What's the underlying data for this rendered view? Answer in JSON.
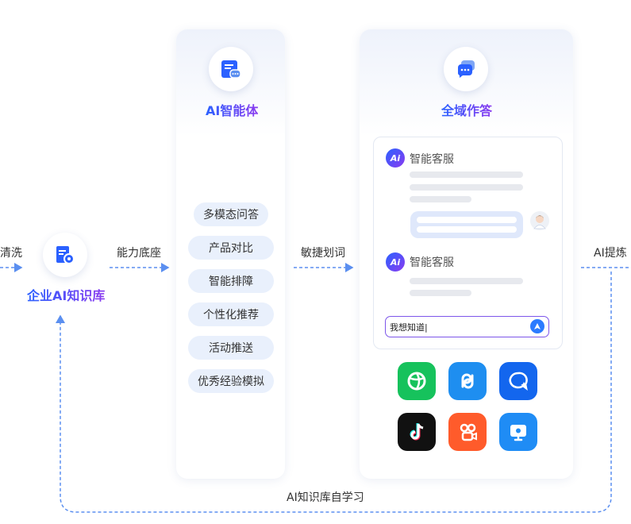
{
  "edge_labels": {
    "left_cut": "清洗",
    "capability": "能力底座",
    "keyword": "敏捷划词",
    "extract": "AI提炼",
    "self_learn": "AI知识库自学习"
  },
  "kb": {
    "title": "企业AI知识库",
    "icon": "knowledge-base-icon"
  },
  "agent": {
    "title": "AI智能体",
    "icon": "agent-chat-icon",
    "items": [
      "多模态问答",
      "产品对比",
      "智能排障",
      "个性化推荐",
      "活动推送",
      "优秀经验模拟"
    ]
  },
  "answer": {
    "title": "全域作答",
    "icon": "chat-bubbles-icon",
    "chat": {
      "bot_badge": "Ai",
      "bot_name_1": "智能客服",
      "bot_name_2": "智能客服",
      "input_value": "我想知道"
    },
    "channels": [
      {
        "name": "channel-green-icon",
        "color": "#16c25c"
      },
      {
        "name": "channel-blue-link-icon",
        "color": "#1e8ef0"
      },
      {
        "name": "channel-chat-sparkle-icon",
        "color": "#1366ee"
      },
      {
        "name": "channel-tiktok-icon",
        "color": "#111111"
      },
      {
        "name": "channel-kuaishou-icon",
        "color": "#ff5b2b"
      },
      {
        "name": "channel-screen-icon",
        "color": "#1f8cf5"
      }
    ]
  },
  "colors": {
    "accent_start": "#2b61ff",
    "accent_end": "#8a3bf0",
    "dash": "#5b8ff0"
  }
}
